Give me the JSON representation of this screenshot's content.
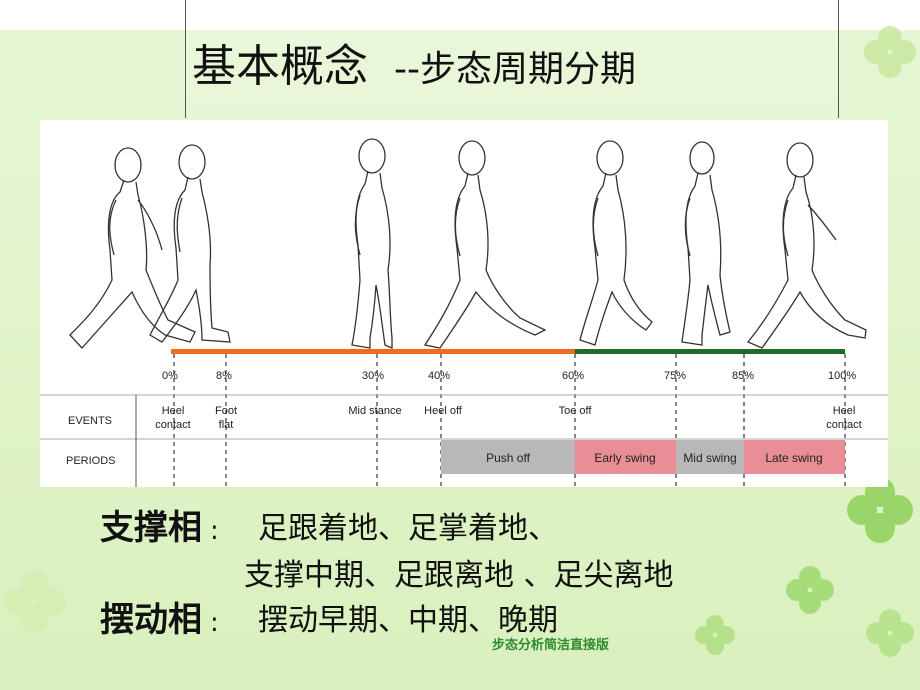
{
  "title": {
    "main": "基本概念",
    "sub": "--步态周期分期"
  },
  "figure": {
    "percents": [
      "0%",
      "8%",
      "30%",
      "40%",
      "60%",
      "75%",
      "85%",
      "100%"
    ],
    "events_label": "EVENTS",
    "periods_label": "PERIODS",
    "events": [
      {
        "line1": "Heel",
        "line2": "contact"
      },
      {
        "line1": "Foot",
        "line2": "flat"
      },
      {
        "line1": "Mid stance",
        "line2": ""
      },
      {
        "line1": "Heel off",
        "line2": ""
      },
      {
        "line1": "Toe off",
        "line2": ""
      },
      {
        "line1": "Heel",
        "line2": "contact"
      }
    ],
    "periods": [
      "Push off",
      "Early swing",
      "Mid swing",
      "Late swing"
    ],
    "colors": {
      "stance_bar": "#f26a1b",
      "swing_bar": "#1f6b2a",
      "push_off": "#b8b8b8",
      "swing_fill": "#e98e97"
    }
  },
  "body_text": {
    "stance_label": "支撑相",
    "stance_colon": ":",
    "stance_line1": "足跟着地、足掌着地、",
    "stance_line2": "支撑中期、足跟离地 、足尖离地",
    "swing_label": "摆动相",
    "swing_colon": ":",
    "swing_line1": "摆动早期、中期、晚期"
  },
  "footer": "步态分析简洁直接版"
}
